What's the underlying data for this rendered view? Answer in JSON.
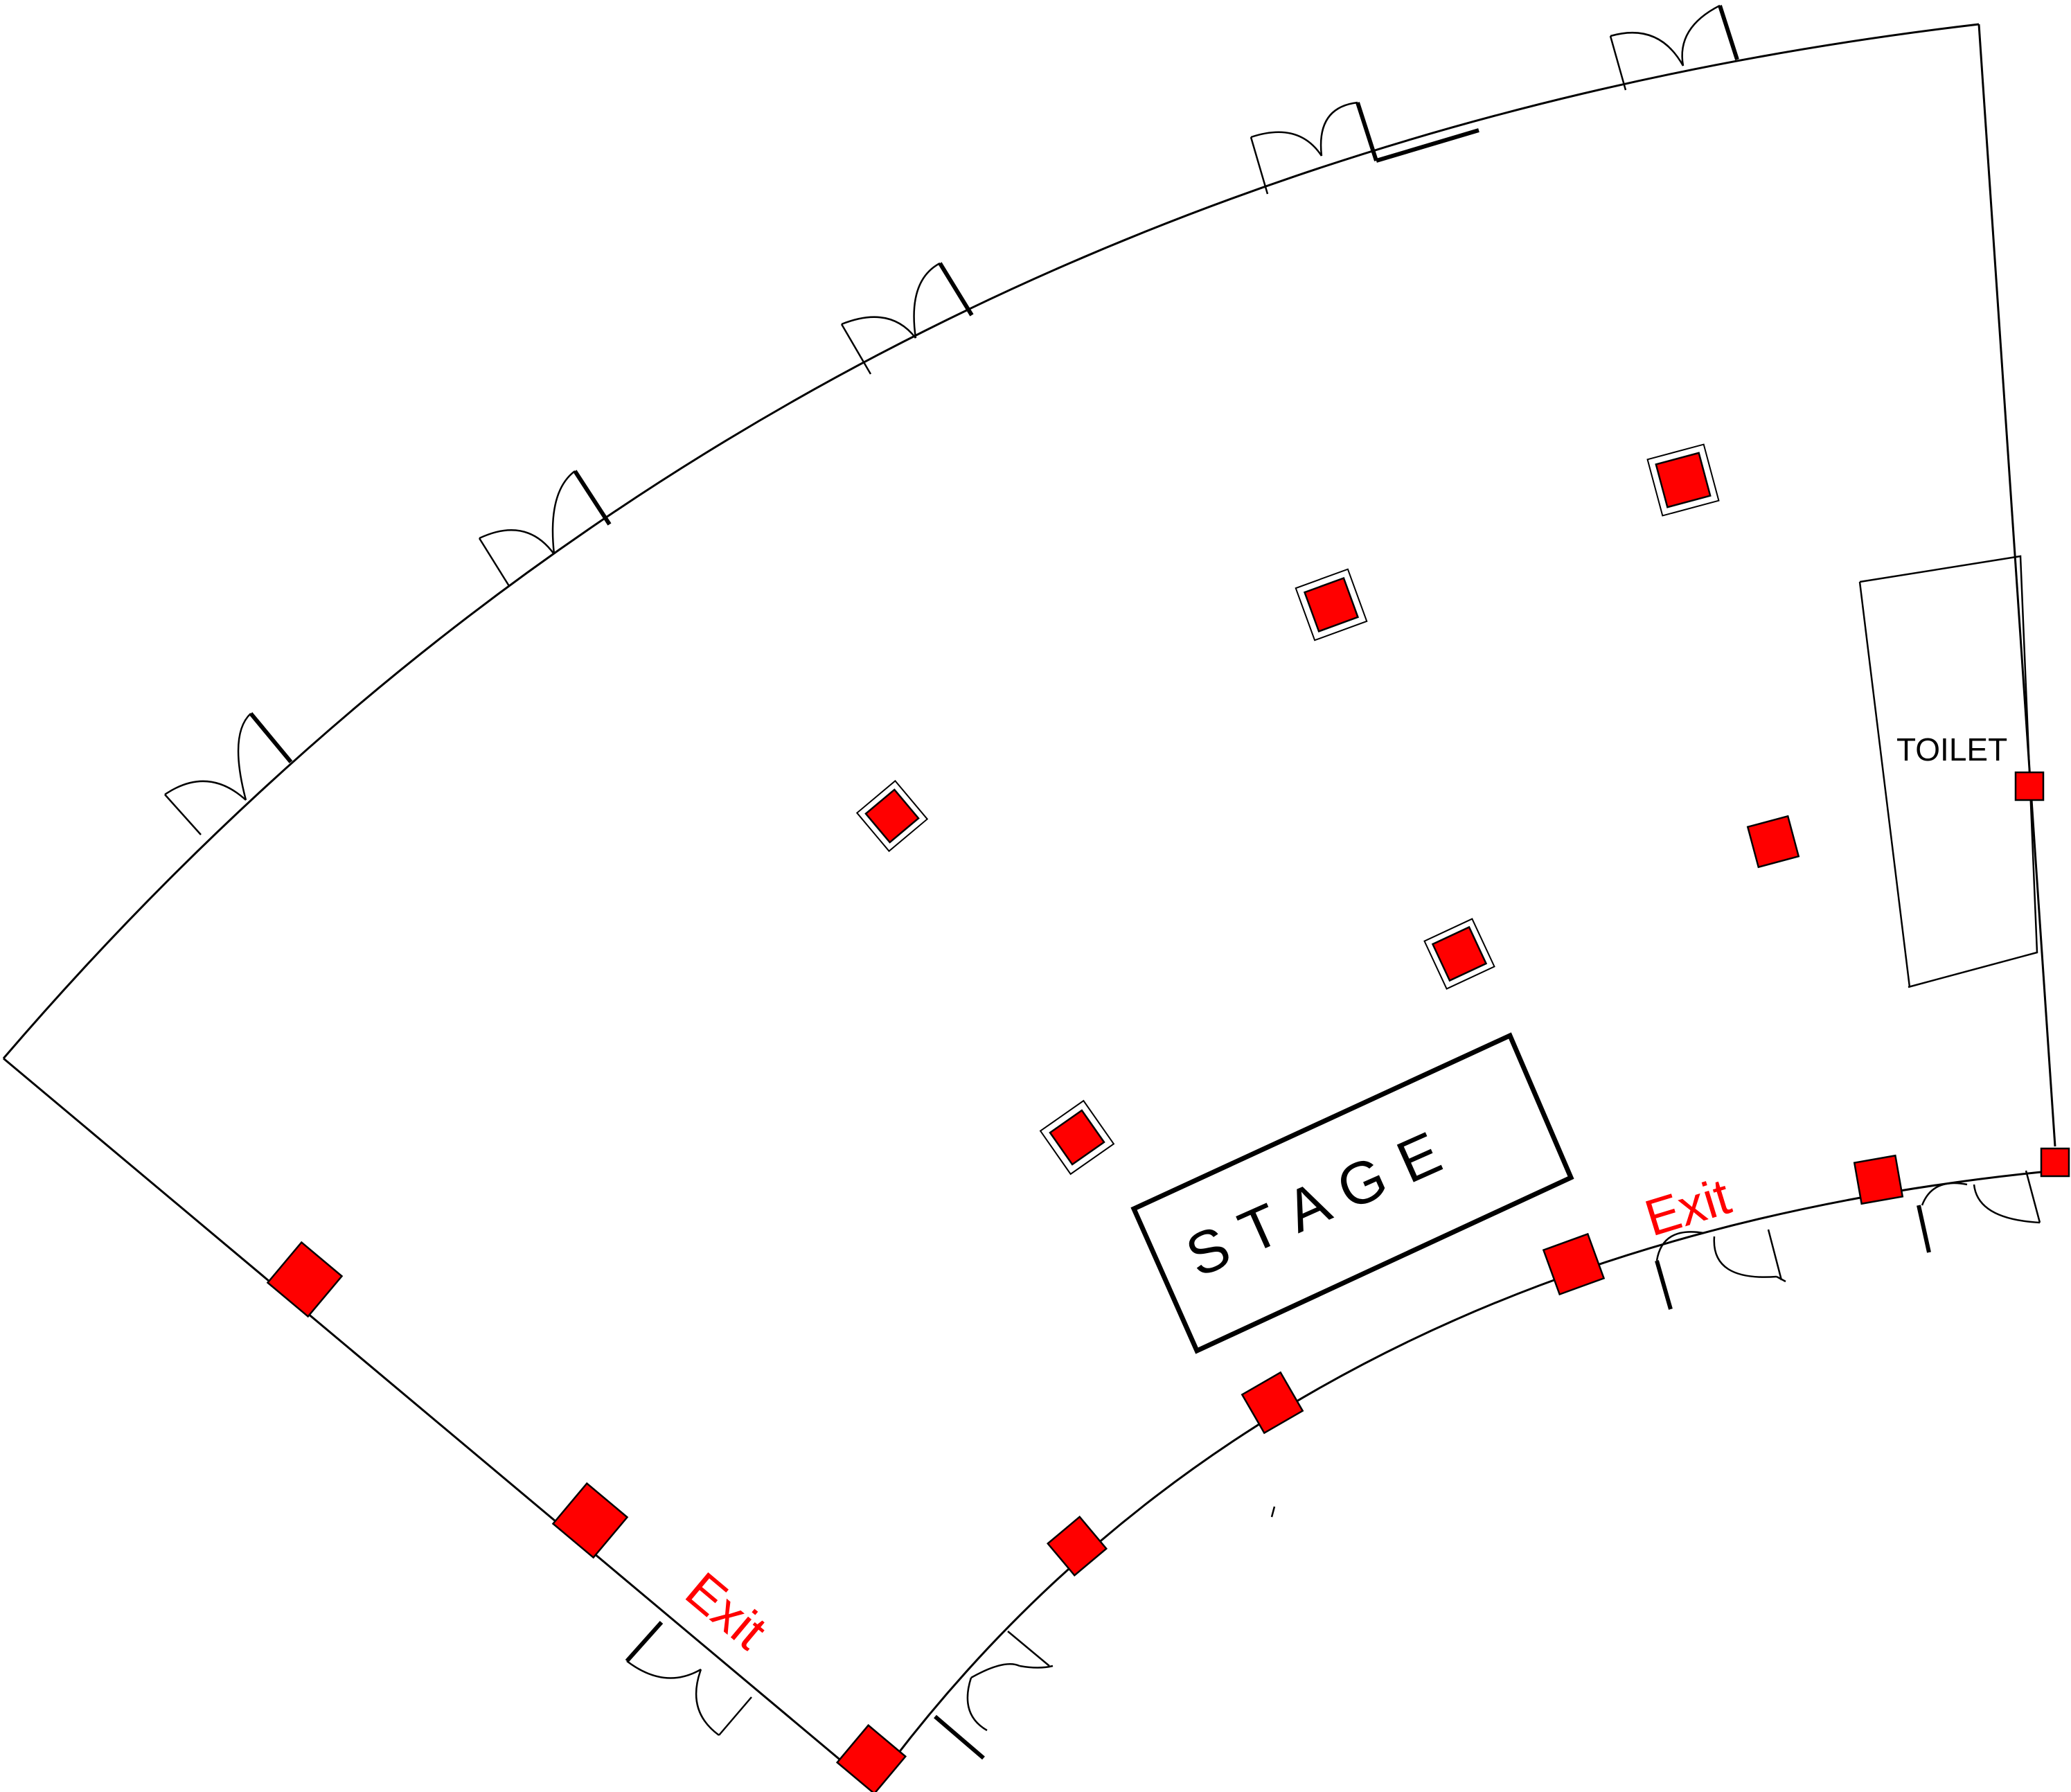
{
  "plan": {
    "stage_label": "S T A G E",
    "toilet_label": "TOILET",
    "exit_label_left": "Exit",
    "exit_label_right": "Exit"
  },
  "colors": {
    "pillar": "#ff0000",
    "exit_text": "#ff0000",
    "wall": "#000000"
  }
}
